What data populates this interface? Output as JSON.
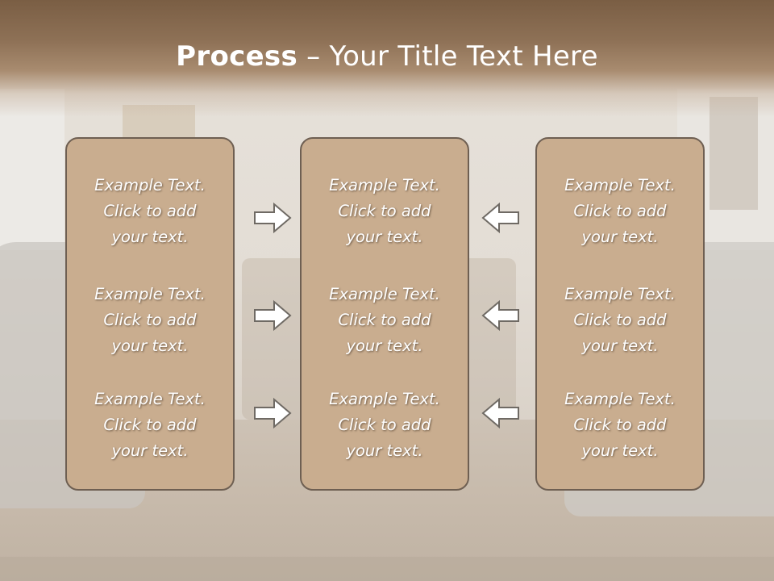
{
  "title": {
    "bold": "Process",
    "rest": " – Your Title Text Here"
  },
  "columns": [
    {
      "items": [
        {
          "line1": "Example Text.",
          "line2": "Click  to add",
          "line3": "your text."
        },
        {
          "line1": "Example Text.",
          "line2": "Click  to add",
          "line3": "your text."
        },
        {
          "line1": "Example Text.",
          "line2": "Click  to add",
          "line3": "your text."
        }
      ]
    },
    {
      "items": [
        {
          "line1": "Example Text.",
          "line2": "Click  to add",
          "line3": "your text."
        },
        {
          "line1": "Example Text.",
          "line2": "Click  to add",
          "line3": "your text."
        },
        {
          "line1": "Example Text.",
          "line2": "Click  to add",
          "line3": "your text."
        }
      ]
    },
    {
      "items": [
        {
          "line1": "Example Text.",
          "line2": "Click  to add",
          "line3": "your text."
        },
        {
          "line1": "Example Text.",
          "line2": "Click  to add",
          "line3": "your text."
        },
        {
          "line1": "Example Text.",
          "line2": "Click  to add",
          "line3": "your text."
        }
      ]
    }
  ],
  "arrows": {
    "left_group": "arrow-right-icon",
    "right_group": "arrow-left-icon"
  },
  "colors": {
    "box_fill": "#c9ad8f",
    "box_border": "#6e5f52",
    "title_band": "#8e7156",
    "text": "#ffffff"
  }
}
